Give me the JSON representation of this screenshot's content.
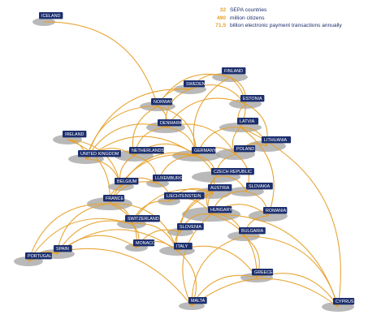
{
  "legend": [
    {
      "value": "32",
      "text": "SEPA countries"
    },
    {
      "value": "490",
      "text": "million citizens"
    },
    {
      "value": "71.5",
      "text": "billion electronic payment transactions annually"
    }
  ],
  "colors": {
    "accent": "#e7a12b",
    "label_bg": "#1c2f6e",
    "label_text": "#ffffff",
    "disc": "#a8a8a8",
    "text": "#1c2f6e"
  },
  "countries": [
    {
      "id": "ICELAND",
      "label": "ICELAND"
    },
    {
      "id": "FINLAND",
      "label": "FINLAND"
    },
    {
      "id": "SWEDEN",
      "label": "SWEDEN"
    },
    {
      "id": "NORWAY",
      "label": "NORWAY"
    },
    {
      "id": "ESTONIA",
      "label": "ESTONIA"
    },
    {
      "id": "DENMARK",
      "label": "DENMARK"
    },
    {
      "id": "LATVIA",
      "label": "LATVIA"
    },
    {
      "id": "IRELAND",
      "label": "IRELAND"
    },
    {
      "id": "LITHUANIA",
      "label": "LITHUANIA"
    },
    {
      "id": "UNITED_KINGDOM",
      "label": "UNITED KINGDOM"
    },
    {
      "id": "NETHERLANDS",
      "label": "NETHERLANDS"
    },
    {
      "id": "GERMANY",
      "label": "GERMANY"
    },
    {
      "id": "POLAND",
      "label": "POLAND"
    },
    {
      "id": "BELGIUM",
      "label": "BELGIUM"
    },
    {
      "id": "LUXEMBURG",
      "label": "LUXEMBURG"
    },
    {
      "id": "CZECH_REPUBLIC",
      "label": "CZECH REPUBLIC"
    },
    {
      "id": "AUSTRIA",
      "label": "AUSTRIA"
    },
    {
      "id": "SLOVAKIA",
      "label": "SLOVAKIA"
    },
    {
      "id": "FRANCE",
      "label": "FRANCE"
    },
    {
      "id": "LIECHTENSTEIN",
      "label": "LIECHTENSTEIN"
    },
    {
      "id": "HUNGARY",
      "label": "HUNGARY"
    },
    {
      "id": "ROMANIA",
      "label": "ROMANIA"
    },
    {
      "id": "SWITZERLAND",
      "label": "SWITZERLAND"
    },
    {
      "id": "SLOVENIA",
      "label": "SLOVENIA"
    },
    {
      "id": "BULGARIA",
      "label": "BULGARIA"
    },
    {
      "id": "PORTUGAL",
      "label": "PORTUGAL"
    },
    {
      "id": "SPAIN",
      "label": "SPAIN"
    },
    {
      "id": "MONACO",
      "label": "MONACO"
    },
    {
      "id": "ITALY",
      "label": "ITALY"
    },
    {
      "id": "GREECE",
      "label": "GREECE"
    },
    {
      "id": "MALTA",
      "label": "MALTA"
    },
    {
      "id": "CYPRUS",
      "label": "CYPRUS"
    }
  ],
  "links": [
    [
      "ICELAND",
      "NORWAY"
    ],
    [
      "FINLAND",
      "SWEDEN"
    ],
    [
      "FINLAND",
      "ESTONIA"
    ],
    [
      "FINLAND",
      "NORWAY"
    ],
    [
      "FINLAND",
      "LATVIA"
    ],
    [
      "FINLAND",
      "GERMANY"
    ],
    [
      "SWEDEN",
      "NORWAY"
    ],
    [
      "SWEDEN",
      "DENMARK"
    ],
    [
      "SWEDEN",
      "ESTONIA"
    ],
    [
      "SWEDEN",
      "UNITED_KINGDOM"
    ],
    [
      "NORWAY",
      "UNITED_KINGDOM"
    ],
    [
      "NORWAY",
      "NETHERLANDS"
    ],
    [
      "NORWAY",
      "DENMARK"
    ],
    [
      "NORWAY",
      "GERMANY"
    ],
    [
      "ESTONIA",
      "LATVIA"
    ],
    [
      "ESTONIA",
      "LITHUANIA"
    ],
    [
      "ESTONIA",
      "DENMARK"
    ],
    [
      "DENMARK",
      "NETHERLANDS"
    ],
    [
      "DENMARK",
      "GERMANY"
    ],
    [
      "DENMARK",
      "POLAND"
    ],
    [
      "DENMARK",
      "UNITED_KINGDOM"
    ],
    [
      "LATVIA",
      "LITHUANIA"
    ],
    [
      "LATVIA",
      "POLAND"
    ],
    [
      "LATVIA",
      "ROMANIA"
    ],
    [
      "LATVIA",
      "CYPRUS"
    ],
    [
      "LATVIA",
      "GERMANY"
    ],
    [
      "IRELAND",
      "UNITED_KINGDOM"
    ],
    [
      "IRELAND",
      "BELGIUM"
    ],
    [
      "IRELAND",
      "FRANCE"
    ],
    [
      "UNITED_KINGDOM",
      "NETHERLANDS"
    ],
    [
      "UNITED_KINGDOM",
      "BELGIUM"
    ],
    [
      "UNITED_KINGDOM",
      "GERMANY"
    ],
    [
      "NETHERLANDS",
      "GERMANY"
    ],
    [
      "NETHERLANDS",
      "BELGIUM"
    ],
    [
      "NETHERLANDS",
      "LUXEMBURG"
    ],
    [
      "GERMANY",
      "POLAND"
    ],
    [
      "GERMANY",
      "CZECH_REPUBLIC"
    ],
    [
      "GERMANY",
      "AUSTRIA"
    ],
    [
      "GERMANY",
      "LUXEMBURG"
    ],
    [
      "GERMANY",
      "BELGIUM"
    ],
    [
      "GERMANY",
      "FRANCE"
    ],
    [
      "POLAND",
      "LITHUANIA"
    ],
    [
      "POLAND",
      "CZECH_REPUBLIC"
    ],
    [
      "POLAND",
      "SLOVAKIA"
    ],
    [
      "BELGIUM",
      "LUXEMBURG"
    ],
    [
      "BELGIUM",
      "FRANCE"
    ],
    [
      "LUXEMBURG",
      "FRANCE"
    ],
    [
      "LUXEMBURG",
      "LIECHTENSTEIN"
    ],
    [
      "CZECH_REPUBLIC",
      "SLOVAKIA"
    ],
    [
      "CZECH_REPUBLIC",
      "AUSTRIA"
    ],
    [
      "CZECH_REPUBLIC",
      "HUNGARY"
    ],
    [
      "AUSTRIA",
      "HUNGARY"
    ],
    [
      "AUSTRIA",
      "SLOVENIA"
    ],
    [
      "AUSTRIA",
      "LIECHTENSTEIN"
    ],
    [
      "AUSTRIA",
      "SWITZERLAND"
    ],
    [
      "AUSTRIA",
      "ITALY"
    ],
    [
      "SLOVAKIA",
      "HUNGARY"
    ],
    [
      "SLOVAKIA",
      "ROMANIA"
    ],
    [
      "FRANCE",
      "SWITZERLAND"
    ],
    [
      "FRANCE",
      "SPAIN"
    ],
    [
      "FRANCE",
      "MONACO"
    ],
    [
      "FRANCE",
      "ITALY"
    ],
    [
      "FRANCE",
      "PORTUGAL"
    ],
    [
      "LIECHTENSTEIN",
      "SWITZERLAND"
    ],
    [
      "LIECHTENSTEIN",
      "HUNGARY"
    ],
    [
      "HUNGARY",
      "ROMANIA"
    ],
    [
      "HUNGARY",
      "SLOVENIA"
    ],
    [
      "HUNGARY",
      "BULGARIA"
    ],
    [
      "HUNGARY",
      "GREECE"
    ],
    [
      "HUNGARY",
      "MALTA"
    ],
    [
      "HUNGARY",
      "CYPRUS"
    ],
    [
      "ROMANIA",
      "BULGARIA"
    ],
    [
      "SWITZERLAND",
      "ITALY"
    ],
    [
      "SWITZERLAND",
      "MONACO"
    ],
    [
      "SWITZERLAND",
      "PORTUGAL"
    ],
    [
      "SWITZERLAND",
      "SPAIN"
    ],
    [
      "SLOVENIA",
      "ITALY"
    ],
    [
      "SLOVENIA",
      "MONACO"
    ],
    [
      "BULGARIA",
      "GREECE"
    ],
    [
      "BULGARIA",
      "MALTA"
    ],
    [
      "BULGARIA",
      "CYPRUS"
    ],
    [
      "PORTUGAL",
      "SPAIN"
    ],
    [
      "PORTUGAL",
      "MALTA"
    ],
    [
      "SPAIN",
      "MONACO"
    ],
    [
      "SPAIN",
      "ITALY"
    ],
    [
      "MONACO",
      "ITALY"
    ],
    [
      "ITALY",
      "MALTA"
    ],
    [
      "ITALY",
      "GREECE"
    ],
    [
      "GREECE",
      "MALTA"
    ],
    [
      "GREECE",
      "CYPRUS"
    ],
    [
      "MALTA",
      "CYPRUS"
    ]
  ]
}
